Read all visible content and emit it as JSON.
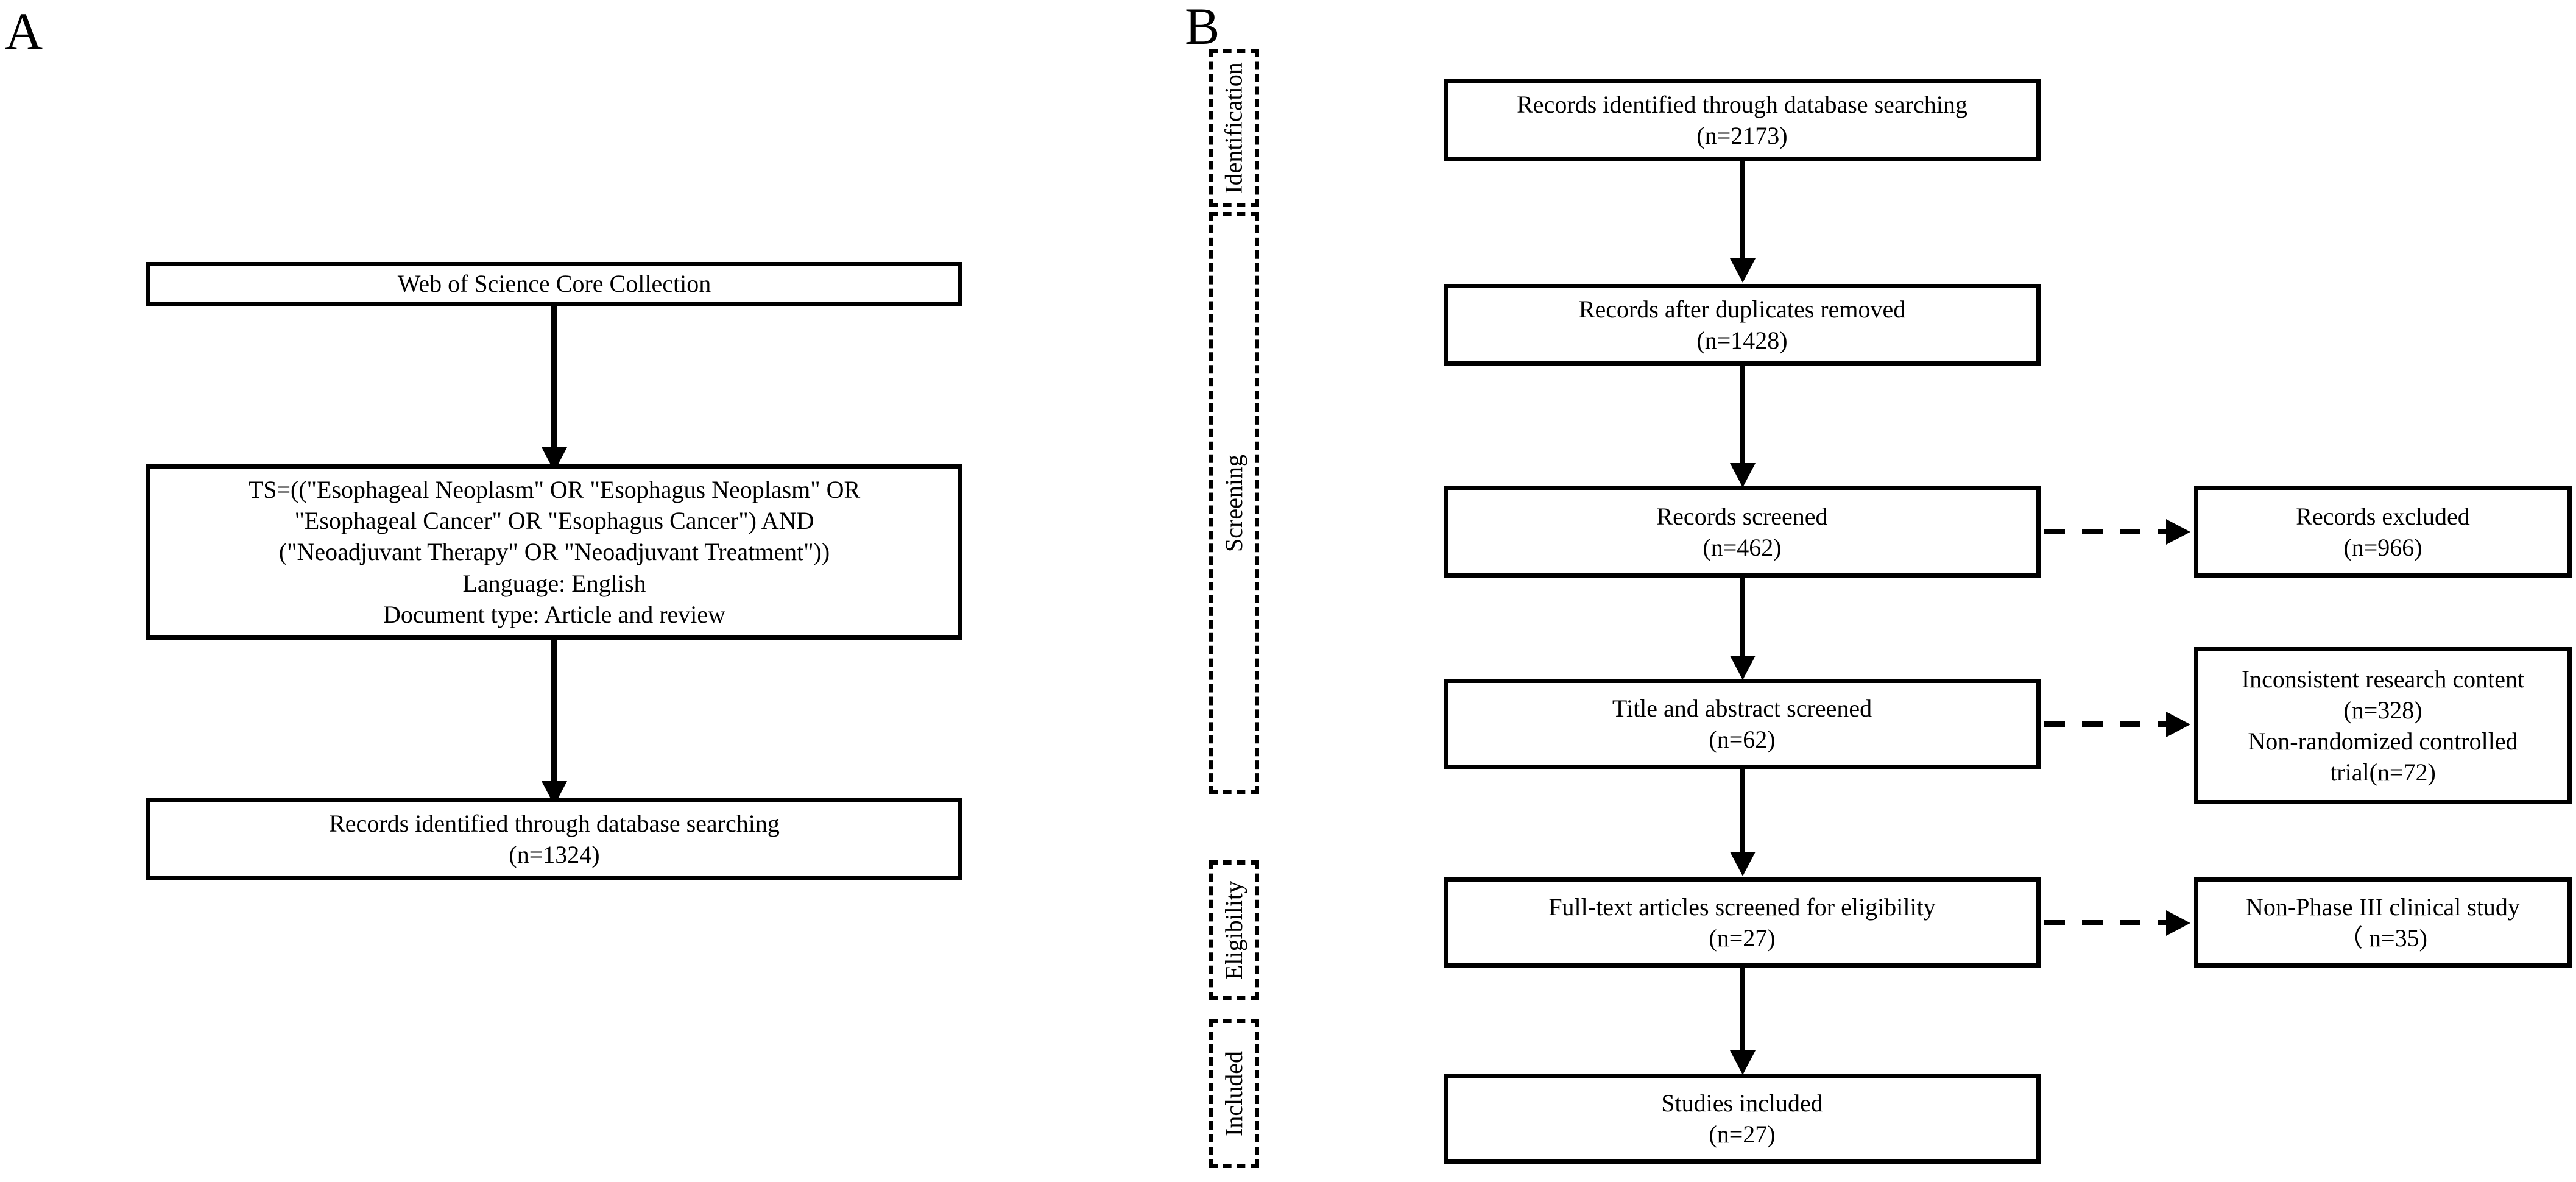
{
  "figure": {
    "panels": [
      {
        "letter": "A"
      },
      {
        "letter": "B"
      }
    ]
  },
  "panel_a": {
    "letter": "A",
    "boxes": [
      {
        "name": "database-source",
        "lines": [
          "Web of Science Core Collection"
        ]
      },
      {
        "name": "search-query",
        "lines": [
          "TS=((\"Esophageal Neoplasm\" OR \"Esophagus Neoplasm\" OR",
          "\"Esophageal Cancer\" OR \"Esophagus Cancer\") AND",
          "(\"Neoadjuvant Therapy\" OR \"Neoadjuvant Treatment\"))",
          "Language: English",
          "Document type: Article and review"
        ]
      },
      {
        "name": "records-identified",
        "lines": [
          "Records identified through database searching",
          "(n=1324)"
        ]
      }
    ]
  },
  "panel_b": {
    "letter": "B",
    "stages": [
      {
        "name": "identification",
        "label": "Identification"
      },
      {
        "name": "screening",
        "label": "Screening"
      },
      {
        "name": "eligibility",
        "label": "Eligibility"
      },
      {
        "name": "included",
        "label": "Included"
      }
    ],
    "main_boxes": [
      {
        "name": "records-identified",
        "lines": [
          "Records identified through database searching",
          "(n=2173)"
        ]
      },
      {
        "name": "records-after-duplicates",
        "lines": [
          "Records after duplicates removed",
          "(n=1428)"
        ]
      },
      {
        "name": "records-screened",
        "lines": [
          "Records screened",
          "(n=462)"
        ]
      },
      {
        "name": "title-abstract-screened",
        "lines": [
          "Title and abstract screened",
          "(n=62)"
        ]
      },
      {
        "name": "full-text-screened",
        "lines": [
          "Full-text articles screened for eligibility",
          "(n=27)"
        ]
      },
      {
        "name": "studies-included",
        "lines": [
          "Studies included",
          "(n=27)"
        ]
      }
    ],
    "exclusion_boxes": [
      {
        "name": "records-excluded",
        "lines": [
          "Records excluded",
          "(n=966)"
        ]
      },
      {
        "name": "inconsistent-and-nonrandomized-excluded",
        "lines": [
          "Inconsistent research content",
          "(n=328)",
          "Non-randomized controlled",
          "trial(n=72)"
        ]
      },
      {
        "name": "non-phase-iii-excluded",
        "lines": [
          "Non-Phase III clinical study",
          "（ n=35)"
        ]
      }
    ]
  },
  "style": {
    "stroke_color": "#000000",
    "background_color": "#ffffff"
  }
}
